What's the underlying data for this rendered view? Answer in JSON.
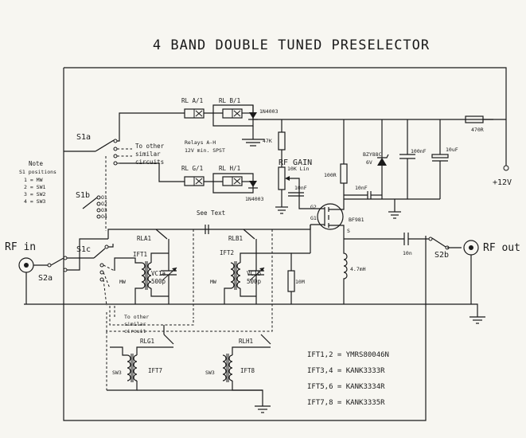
{
  "title": "4 BAND DOUBLE TUNED PRESELECTOR",
  "labels": {
    "s1a": "S1a",
    "s1b": "S1b",
    "s1c": "S1c",
    "s2a": "S2a",
    "s2b": "S2b",
    "rf_in": "RF in",
    "rf_out": "RF out",
    "supply": "+12V",
    "rla1_top": "RL A/1",
    "rlb1_top": "RL B/1",
    "rlg1_top": "RL G/1",
    "rlh1_top": "RL H/1",
    "diode_top": "1N4003",
    "diode_bot": "1N4003",
    "relays_line1": "Relays A-H",
    "relays_line2": "12V min. SPST",
    "other1": "To other",
    "other2": "similar",
    "other3": "circuits",
    "r47k": "47K",
    "rf_gain": "RF GAIN",
    "pot": "10K Lin",
    "c10n_a": "10nF",
    "r100r": "100R",
    "c10n_b": "10nF",
    "zener1": "BZY88C",
    "zener2": "6V",
    "c100n": "100nF",
    "c10u": "10uF",
    "r470": "470R",
    "g2": "G2",
    "g1": "G1",
    "fet": "BF981",
    "fet_s": "S",
    "see_text": "See Text",
    "rla1": "RLA1",
    "rlb1": "RLB1",
    "rlg1": "RLG1",
    "rlh1": "RLH1",
    "ift1": "IFT1",
    "ift2": "IFT2",
    "ift7": "IFT7",
    "ift8": "IFT8",
    "vc1a": "VC1a",
    "vc1a_val": "500p",
    "vc1b": "VC1b",
    "vc1b_val": "500p",
    "mw1": "MW",
    "mw2": "MW",
    "sw3a": "SW3",
    "sw3b": "SW3",
    "r10m": "10M",
    "choke": "4.7mH",
    "c10n_out": "10n",
    "o1": "O1",
    "o2": "O2",
    "o3": "O3",
    "o4": "O4",
    "other_b1": "To other",
    "other_b2": "similar",
    "other_b3": "circuit"
  },
  "note": {
    "heading": "Note",
    "subheading": "S1 positions",
    "lines": [
      "1 = MW",
      "2 = SW1",
      "3 = SW2",
      "4 = SW3"
    ]
  },
  "parts_table": [
    "IFT1,2 = YMRS80046N",
    "IFT3,4 = KANK3333R",
    "IFT5,6 = KANK3334R",
    "IFT7,8 = KANK3335R"
  ]
}
